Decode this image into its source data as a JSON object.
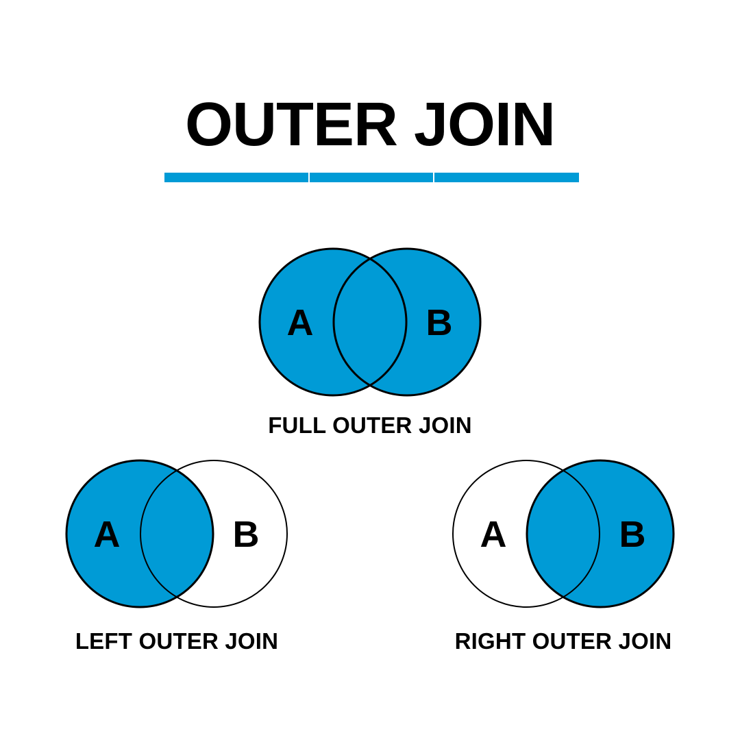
{
  "page": {
    "background_color": "#FFFFFF",
    "accent_color": "#009BD6",
    "outline_color": "#000000",
    "text_color": "#000000"
  },
  "header": {
    "title": "OUTER JOIN",
    "underline": {
      "color": "#009BD6",
      "segments": 3
    }
  },
  "diagram": {
    "type": "venn",
    "set_labels": [
      "A",
      "B"
    ],
    "panels": [
      {
        "id": "full-outer-join",
        "caption": "FULL OUTER JOIN",
        "left_label": "A",
        "right_label": "B",
        "shaded": [
          "A-only",
          "intersection",
          "B-only"
        ],
        "left_filled": true,
        "right_filled": true,
        "intersection_filled": true
      },
      {
        "id": "left-outer-join",
        "caption": "LEFT OUTER JOIN",
        "left_label": "A",
        "right_label": "B",
        "shaded": [
          "A-only",
          "intersection"
        ],
        "left_filled": true,
        "right_filled": false,
        "intersection_filled": true
      },
      {
        "id": "right-outer-join",
        "caption": "RIGHT OUTER JOIN",
        "left_label": "A",
        "right_label": "B",
        "shaded": [
          "intersection",
          "B-only"
        ],
        "left_filled": false,
        "right_filled": true,
        "intersection_filled": true
      }
    ]
  }
}
